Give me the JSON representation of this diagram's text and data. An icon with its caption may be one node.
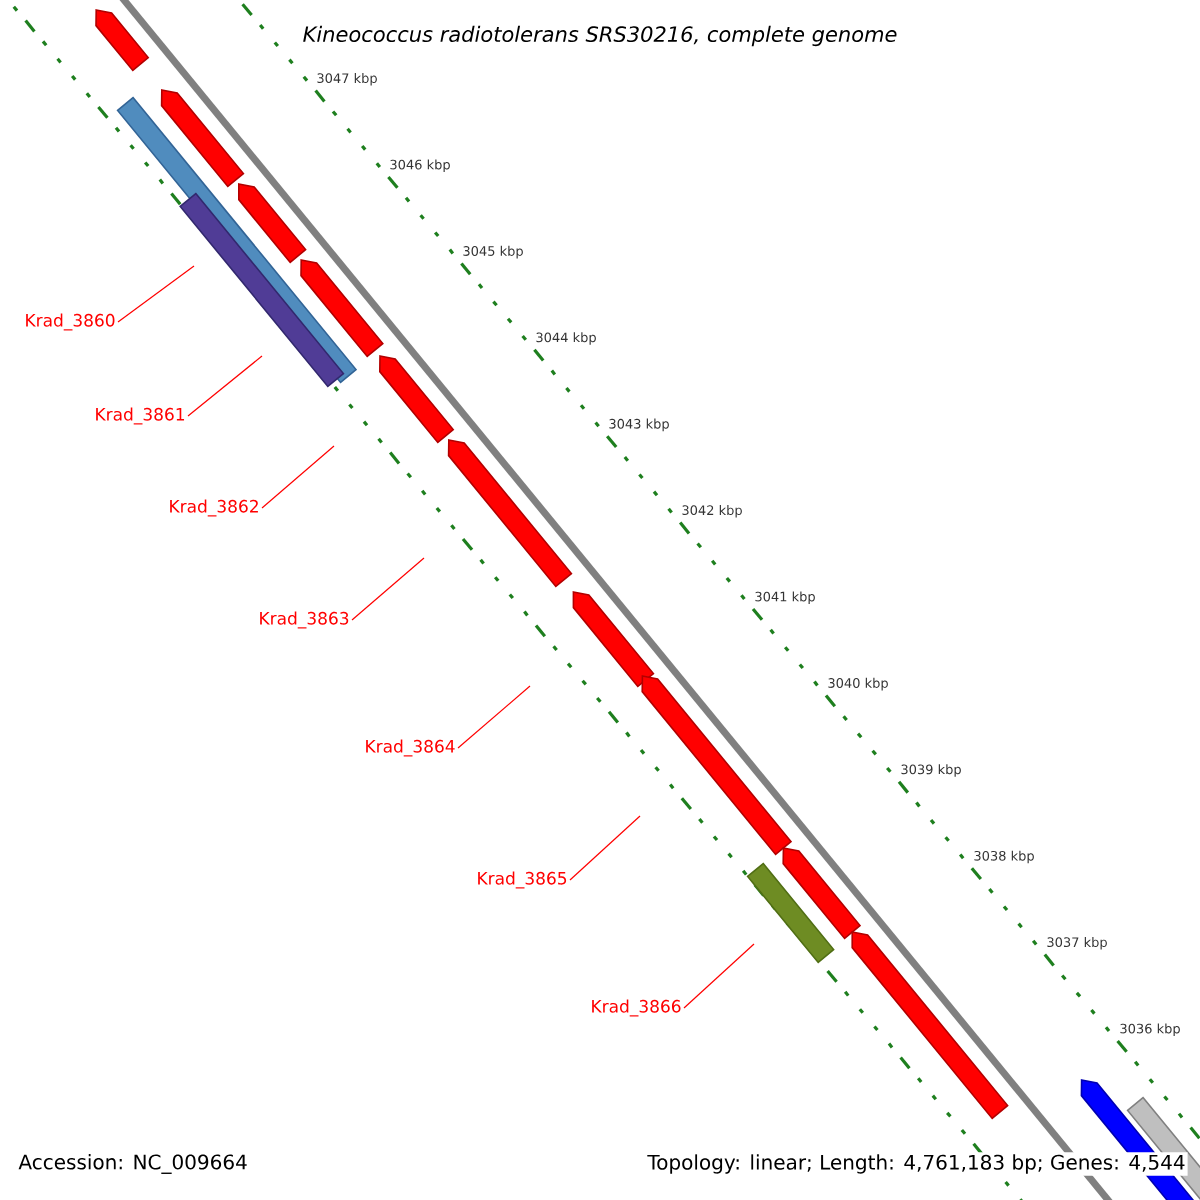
{
  "diagram": {
    "title": "Kineococcus radiotolerans SRS30216, complete genome",
    "nodes": [
      {
        "text": [
          "Krad_3860"
        ]
      },
      {
        "text": [
          "Krad_3861"
        ]
      },
      {
        "text": [
          "Krad_3862"
        ]
      },
      {
        "text": [
          "Krad_3863"
        ]
      },
      {
        "text": [
          "Krad_3864"
        ]
      },
      {
        "text": [
          "Krad_3865"
        ]
      },
      {
        "text": [
          "Krad_3866"
        ]
      }
    ],
    "edges": [
      {
        "from": 0,
        "to": null,
        "arrow": "none"
      },
      {
        "from": 1,
        "to": null,
        "arrow": "none"
      },
      {
        "from": 2,
        "to": null,
        "arrow": "none"
      },
      {
        "from": 3,
        "to": null,
        "arrow": "none"
      },
      {
        "from": 4,
        "to": null,
        "arrow": "none"
      },
      {
        "from": 5,
        "to": null,
        "arrow": "none"
      },
      {
        "from": 6,
        "to": null,
        "arrow": "none"
      }
    ],
    "labels": [
      "3047 kbp",
      "3046 kbp",
      "3045 kbp",
      "3044 kbp",
      "3043 kbp",
      "3042 kbp",
      "3041 kbp",
      "3040 kbp",
      "3039 kbp",
      "3038 kbp",
      "3037 kbp",
      "3036 kbp",
      "Accession: NC_009664",
      "Topology: linear; Length: 4,761,183 bp; Genes: 4,544"
    ]
  }
}
